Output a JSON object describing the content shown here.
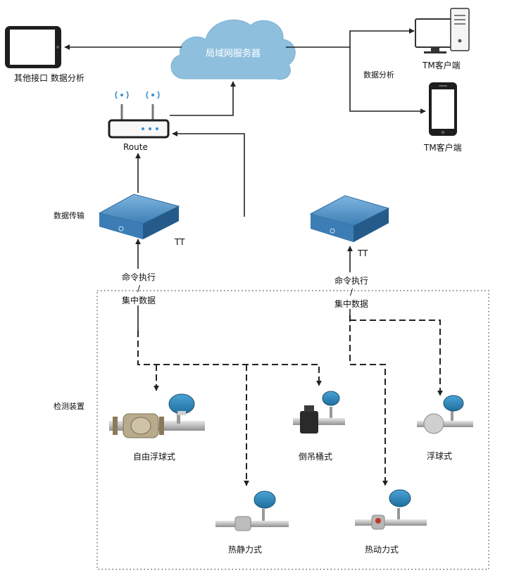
{
  "cloud": {
    "label": "局域网服务器"
  },
  "tablet": {
    "label": "其他接口 数据分析"
  },
  "desktop": {
    "label": "TM客户端"
  },
  "phone": {
    "label": "TM客户端"
  },
  "analysis": {
    "label": "数据分析"
  },
  "router": {
    "label": "Route"
  },
  "transfer": {
    "label": "数据传输"
  },
  "box_left": {
    "label": "TT"
  },
  "box_right": {
    "label": "TT"
  },
  "cmd_left": {
    "line1": "命令执行",
    "slash": "/",
    "line2": "集中数据"
  },
  "cmd_right": {
    "line1": "命令执行",
    "slash": "/",
    "line2": "集中数据"
  },
  "detection": {
    "label": "检测装置"
  },
  "devices": {
    "free_float": "自由浮球式",
    "inverted_bucket": "倒吊桶式",
    "float_ball": "浮球式",
    "thermostatic": "热静力式",
    "thermodynamic": "热动力式"
  },
  "colors": {
    "cloud": "#8ec0de",
    "box": "#4a8ec2",
    "sensor_cap": "#2f86b8",
    "line": "#222222"
  }
}
